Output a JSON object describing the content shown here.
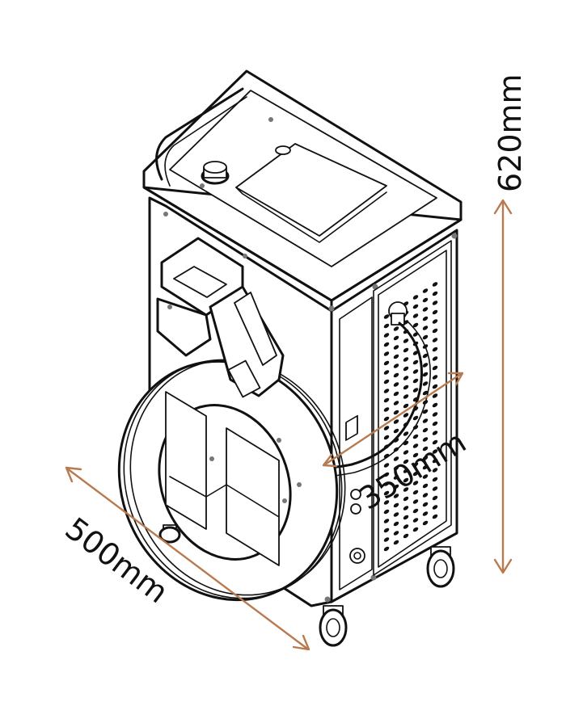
{
  "dimensions": {
    "height_label": "620mm",
    "length_label": "500mm",
    "width_label": "350mm"
  },
  "colors": {
    "dimension_arrow": "#b97a4e",
    "line_art": "#111111",
    "background": "#ffffff"
  },
  "illustration": {
    "subject-icon": "laser-machine-cabinet-icon"
  }
}
